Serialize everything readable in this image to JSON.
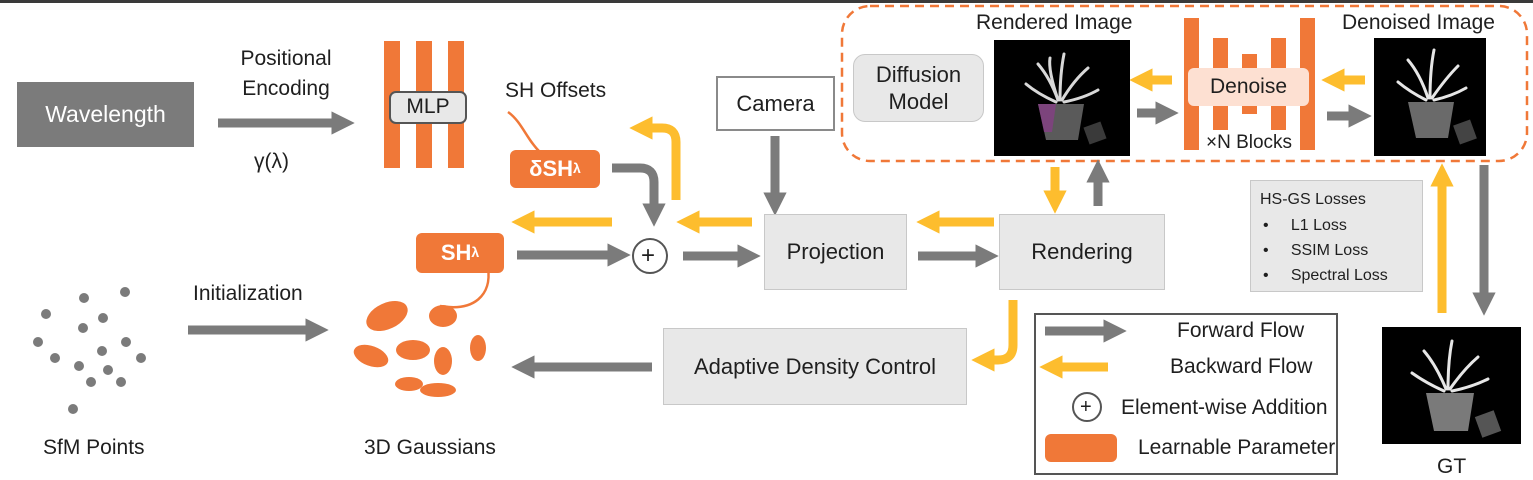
{
  "labels": {
    "wavelength": "Wavelength",
    "positional_encoding_line1": "Positional",
    "positional_encoding_line2": "Encoding",
    "gamma_lambda": "γ(λ)",
    "mlp": "MLP",
    "sh_offsets": "SH Offsets",
    "delta_sh": "δSH",
    "sh": "SH",
    "lambda_sub": "λ",
    "camera": "Camera",
    "diffusion_line1": "Diffusion",
    "diffusion_line2": "Model",
    "rendered_image": "Rendered Image",
    "denoise": "Denoise",
    "n_blocks": "×N Blocks",
    "denoised_image": "Denoised Image",
    "projection": "Projection",
    "rendering": "Rendering",
    "plus": "+",
    "initialization": "Initialization",
    "sfm_points": "SfM Points",
    "gaussians_3d": "3D Gaussians",
    "adaptive_density_control": "Adaptive Density Control",
    "gt": "GT"
  },
  "losses": {
    "title": "HS-GS Losses",
    "items": [
      "L1 Loss",
      "SSIM Loss",
      "Spectral Loss"
    ]
  },
  "legend": {
    "forward": "Forward Flow",
    "backward": "Backward Flow",
    "addition": "Element-wise Addition",
    "learnable": "Learnable Parameter"
  },
  "colors": {
    "orange": "#f07838",
    "gray_arrow": "#7b7b7b",
    "yellow_arrow": "#fdbd2e",
    "box_gray": "#e8e8e8",
    "dashed_border": "#f07838"
  }
}
